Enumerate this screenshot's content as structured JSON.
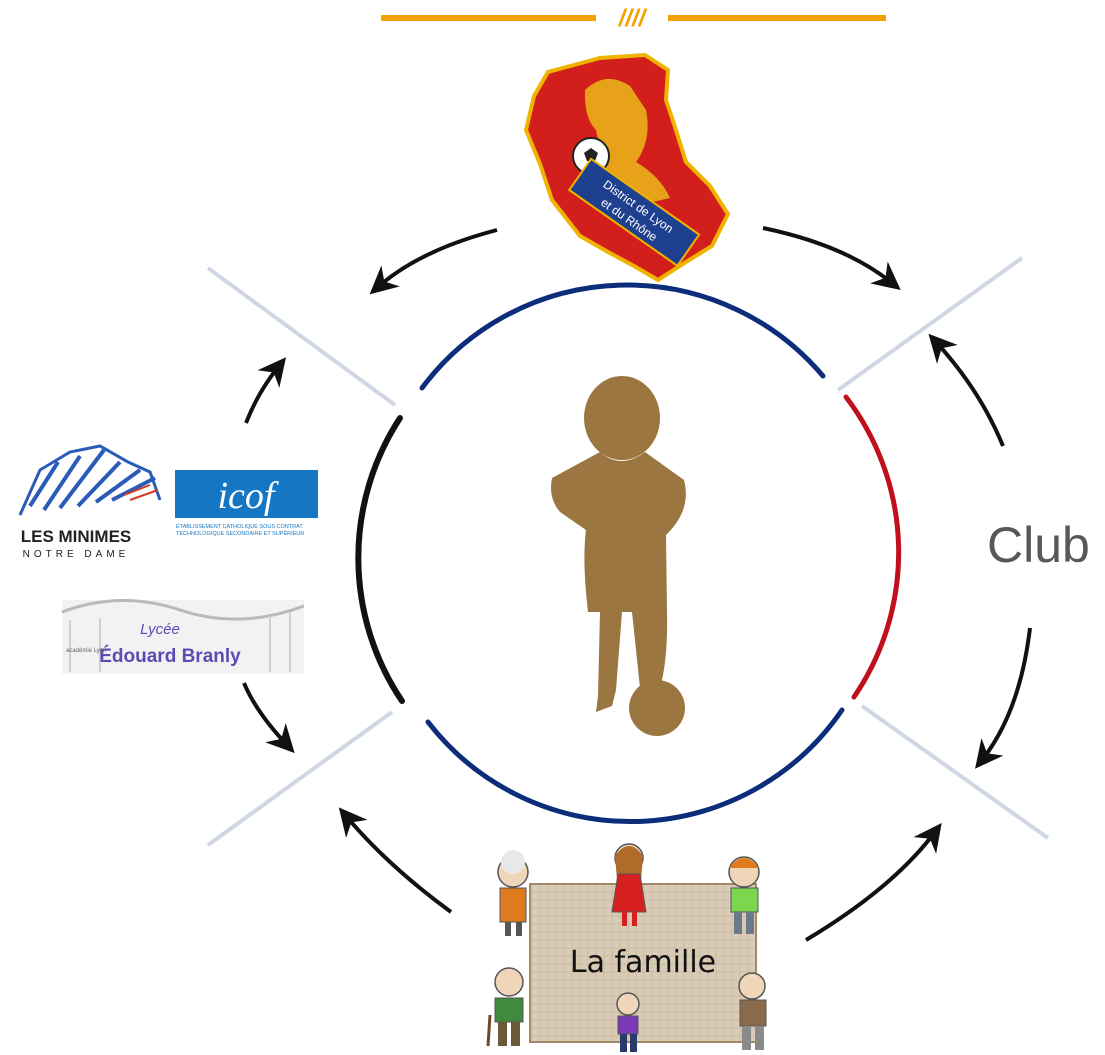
{
  "header": {
    "ornament": "////"
  },
  "district_logo": {
    "line1": "District de Lyon",
    "line2": "et du Rhône"
  },
  "schools": {
    "minimes": {
      "line1": "LES MINIMES",
      "line2": "NOTRE DAME"
    },
    "icof": {
      "name": "icof",
      "line1": "ÉTABLISSEMENT CATHOLIQUE SOUS CONTRAT",
      "line2": "TECHNOLOGIQUE SECONDAIRE ET SUPÉRIEUR"
    },
    "branly": {
      "line1": "Lycée",
      "line2": "Édouard Branly",
      "small": "académie Lyon"
    }
  },
  "club": {
    "label": "Club"
  },
  "family": {
    "label": "La famille"
  },
  "colors": {
    "accent_orange": "#f2a100",
    "blue": "#0b2d7a",
    "red": "#c0101c",
    "black": "#111111",
    "divider": "#cfd6e4",
    "silhouette": "#9b7640",
    "club_text": "#585858"
  }
}
